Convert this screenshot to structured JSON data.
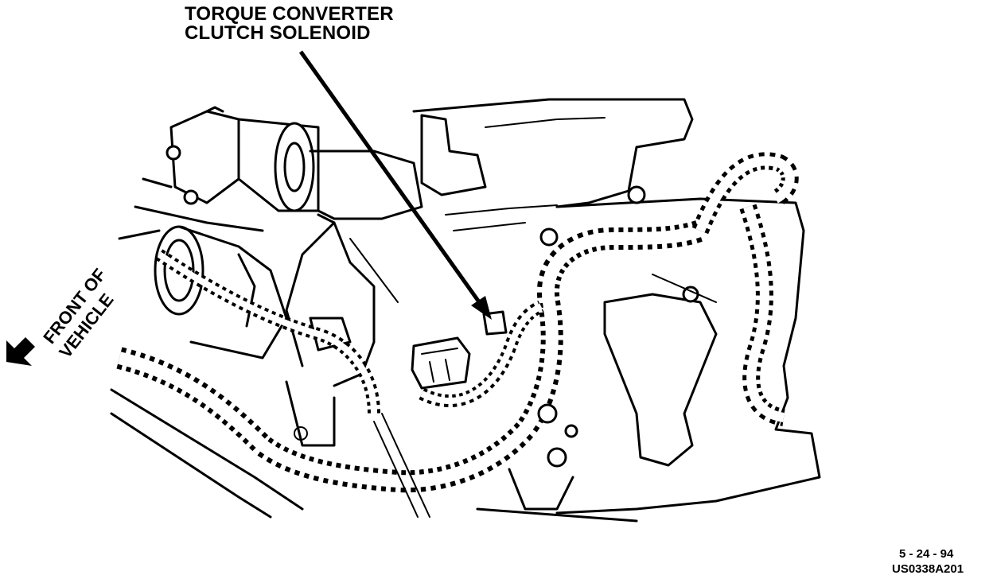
{
  "callout": {
    "line1": "TORQUE CONVERTER",
    "line2": "CLUTCH SOLENOID"
  },
  "direction": {
    "line1": "FRONT OF",
    "line2": "VEHICLE",
    "icon": "arrow-down-left-icon"
  },
  "footer": {
    "date": "5 - 24 - 94",
    "code": "US0338A201"
  },
  "colors": {
    "ink": "#000000",
    "paper": "#ffffff"
  }
}
